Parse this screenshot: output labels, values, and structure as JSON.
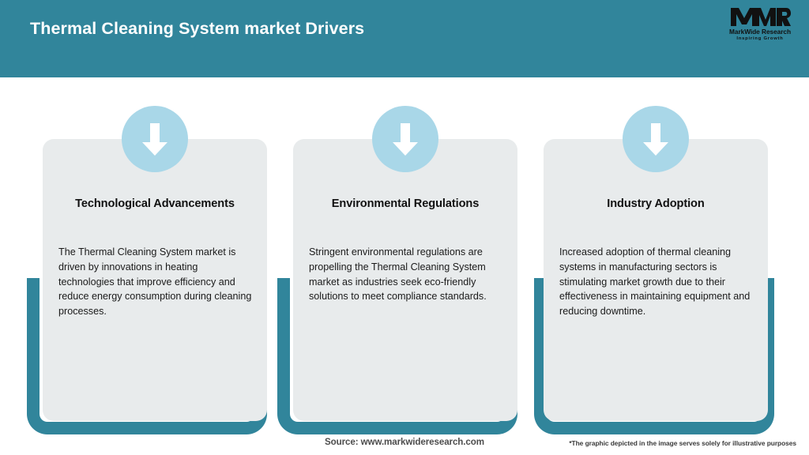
{
  "header": {
    "title": "Thermal Cleaning System market Drivers",
    "background_color": "#31859b",
    "title_color": "#ffffff"
  },
  "logo": {
    "mark": "MWR",
    "name": "MarkWide Research",
    "tagline": "Inspiring Growth"
  },
  "cards": [
    {
      "icon": "down-arrow-icon",
      "title": "Technological Advancements",
      "body": "The Thermal Cleaning System market is driven by innovations in heating technologies that improve efficiency and reduce energy consumption during cleaning processes."
    },
    {
      "icon": "down-arrow-icon",
      "title": "Environmental Regulations",
      "body": "Stringent environmental regulations are propelling the Thermal Cleaning System market as industries seek eco-friendly solutions to meet compliance standards."
    },
    {
      "icon": "down-arrow-icon",
      "title": "Industry Adoption",
      "body": "Increased adoption of thermal cleaning systems in manufacturing sectors is stimulating market growth due to their effectiveness in maintaining equipment and reducing downtime."
    }
  ],
  "footer": {
    "source": "Source: www.markwideresearch.com",
    "disclaimer": "*The graphic depicted in the image serves solely for illustrative purposes"
  },
  "theme": {
    "accent": "#31859b",
    "card_background": "#e8ebec",
    "icon_circle": "#a9d7e8",
    "icon_arrow": "#ffffff",
    "page_background": "#ffffff"
  }
}
